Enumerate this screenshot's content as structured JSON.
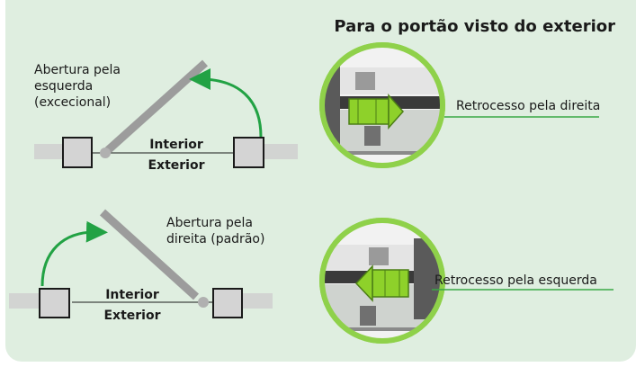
{
  "title": "Para o portão visto do exterior",
  "colors": {
    "panel_bg": "#dfeee0",
    "arrow_green": "#22a244",
    "circle_ring": "#8fd14a",
    "motor_green": "#8ed12a",
    "label_line": "#3aa845",
    "post_fill": "#d4d4d4",
    "wall_fill": "#d2d4d2",
    "gate_leaf": "#9c9c9c"
  },
  "top": {
    "opening_label_line1": "Abertura pela",
    "opening_label_line2": "esquerda",
    "opening_label_line3": "(excecional)",
    "interior_label": "Interior",
    "exterior_label": "Exterior",
    "detail_label": "Retrocesso pela direita",
    "detail_icon": "motor-retract-right-icon"
  },
  "bottom": {
    "opening_label_line1": "Abertura pela",
    "opening_label_line2": "direita (padrão)",
    "interior_label": "Interior",
    "exterior_label": "Exterior",
    "detail_label": "Retrocesso pela esquerda",
    "detail_icon": "motor-retract-left-icon"
  }
}
